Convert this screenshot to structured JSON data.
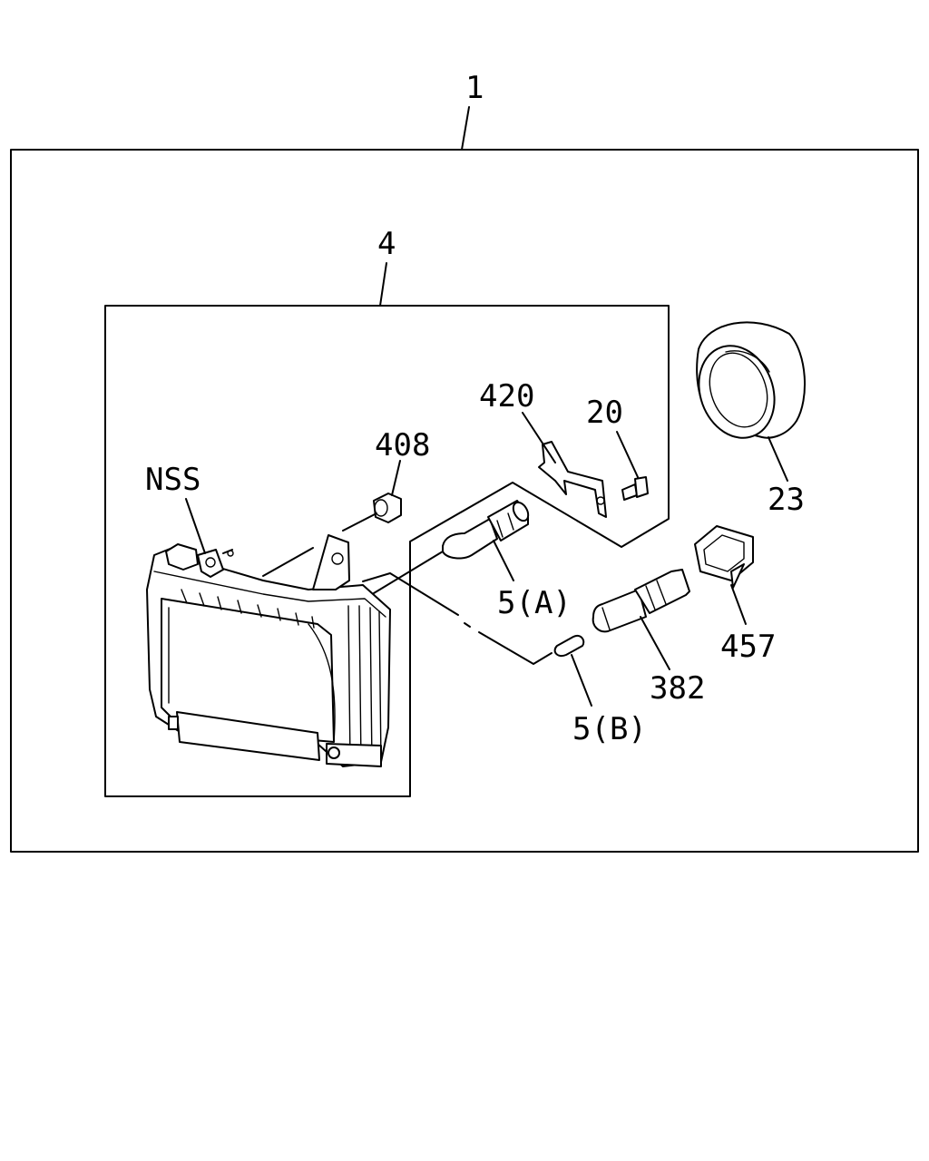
{
  "labels": {
    "assembly": "1",
    "sub_assembly": "4",
    "nss": "NSS",
    "p408": "408",
    "p420": "420",
    "p20": "20",
    "p23": "23",
    "p5a": "5(A)",
    "p5b": "5(B)",
    "p382": "382",
    "p457": "457"
  }
}
